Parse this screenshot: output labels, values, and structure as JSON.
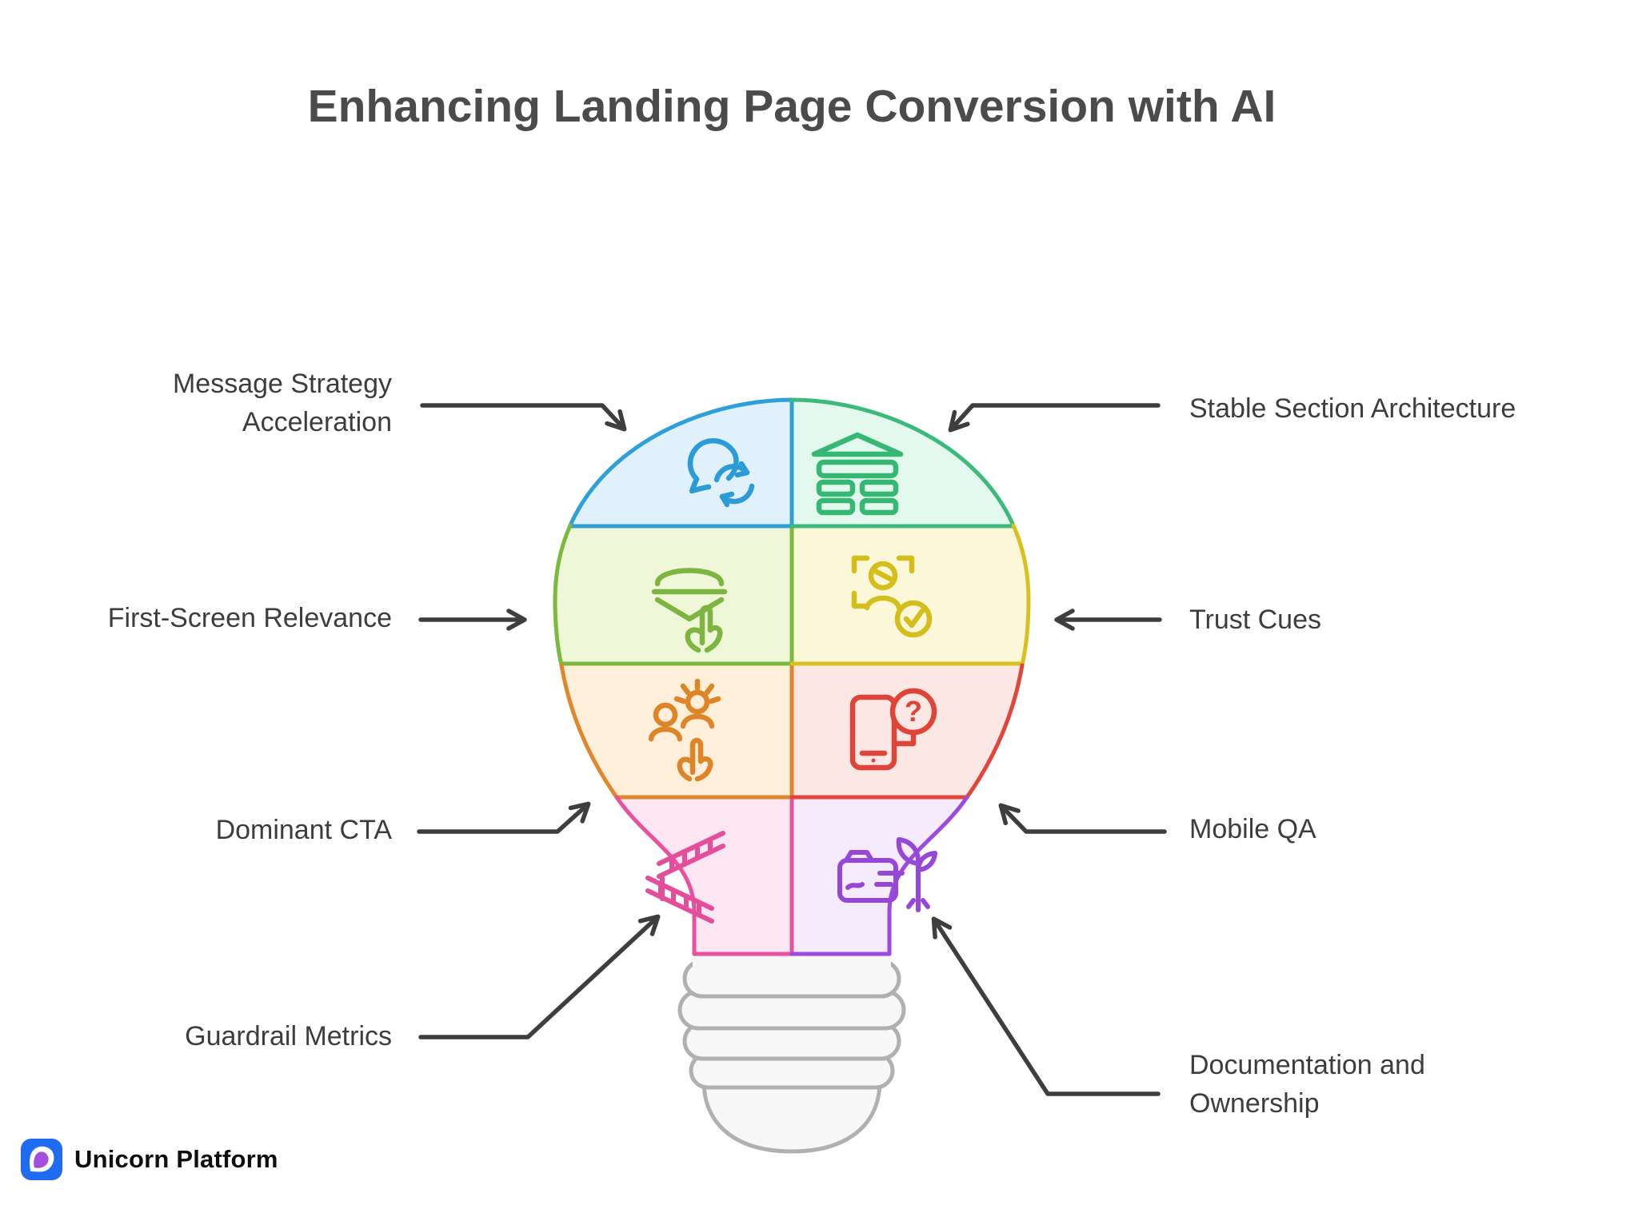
{
  "title": "Enhancing Landing Page Conversion with AI",
  "diagram": {
    "type": "lightbulb-infographic",
    "sections": [
      {
        "label": "Message Strategy Acceleration",
        "side": "left",
        "position": "top-left",
        "icon": "speech-refresh-icon",
        "stroke": "#2f9fd9",
        "fill": "#e0f1fb"
      },
      {
        "label": "Stable Section Architecture",
        "side": "right",
        "position": "top-right",
        "icon": "section-stack-icon",
        "stroke": "#3bba7b",
        "fill": "#e3f9ee"
      },
      {
        "label": "First-Screen Relevance",
        "side": "left",
        "position": "middle-left",
        "icon": "burger-tap-icon",
        "stroke": "#7db83f",
        "fill": "#f0f7d8"
      },
      {
        "label": "Trust Cues",
        "side": "right",
        "position": "middle-right",
        "icon": "verified-person-icon",
        "stroke": "#d8c11f",
        "fill": "#fcf7d9"
      },
      {
        "label": "Dominant CTA",
        "side": "left",
        "position": "lower-left",
        "icon": "people-pointer-icon",
        "stroke": "#e0862c",
        "fill": "#fdefda"
      },
      {
        "label": "Mobile QA",
        "side": "right",
        "position": "lower-right",
        "icon": "phone-question-icon",
        "stroke": "#e2453c",
        "fill": "#fbe7e3"
      },
      {
        "label": "Guardrail Metrics",
        "side": "left",
        "position": "neck-left",
        "icon": "guardrail-icon",
        "stroke": "#e8519e",
        "fill": "#fce6f1"
      },
      {
        "label": "Documentation and Ownership",
        "side": "right",
        "position": "neck-right",
        "icon": "sprout-doc-icon",
        "stroke": "#9c4bdb",
        "fill": "#f4ebfc"
      }
    ],
    "base_color": "#b0b0b0",
    "base_fill": "#f7f7f7",
    "arrow_color": "#3e3e3e"
  },
  "footer": {
    "brand": "Unicorn Platform",
    "badge_color": "#1f6bf2",
    "badge_accent": "#a34fde"
  }
}
